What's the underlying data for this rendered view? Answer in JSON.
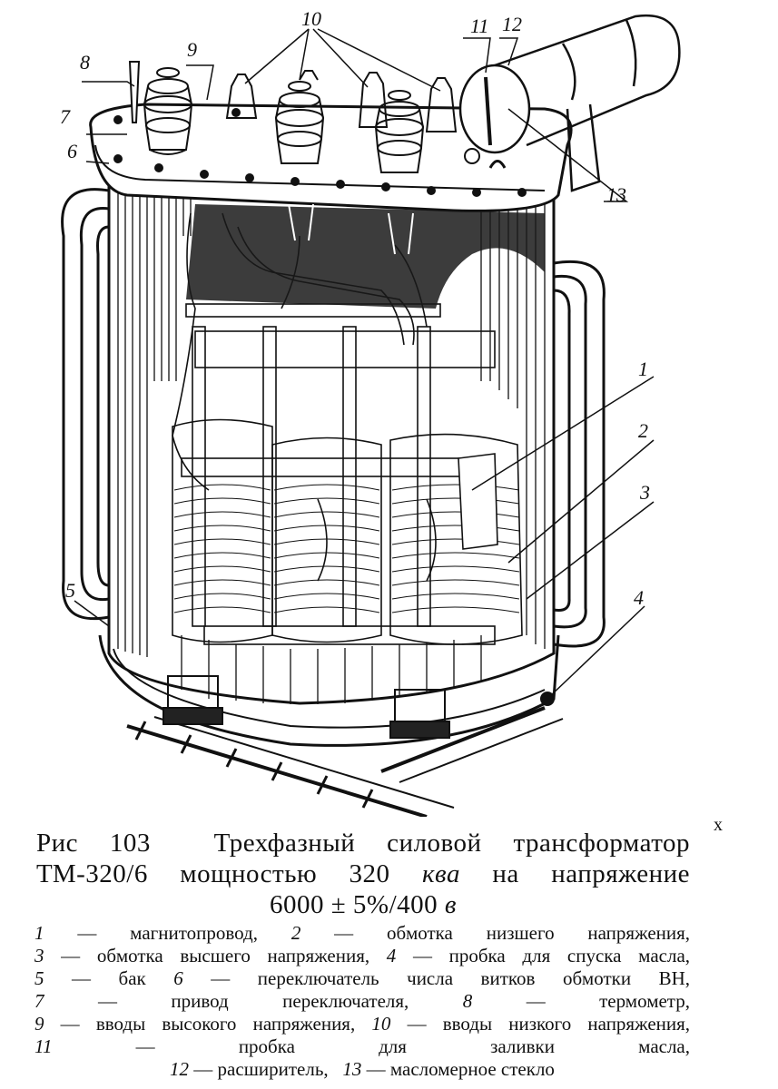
{
  "callouts": [
    "1",
    "2",
    "3",
    "4",
    "5",
    "6",
    "7",
    "8",
    "9",
    "10",
    "11",
    "12",
    "13"
  ],
  "caption": {
    "prefix": "Рис 103",
    "line1_text": "Трехфазный силовой трансформатор",
    "line2_text": "ТМ-320/6 мощностью 320",
    "line2_unit": "ква",
    "line2_tail": "на напряжение",
    "line3_text": "6000 ± 5%/400",
    "line3_unit": "в"
  },
  "legend": [
    {
      "n": "1",
      "t": "— магнитопровод,"
    },
    {
      "n": "2",
      "t": "— обмотка низшего напряжения,"
    },
    {
      "n": "3",
      "t": "— обмотка высшего напряжения,"
    },
    {
      "n": "4",
      "t": "— пробка для спуска масла,"
    },
    {
      "n": "5",
      "t": "— бак"
    },
    {
      "n": "6",
      "t": "— переключатель числа витков обмотки ВН,"
    },
    {
      "n": "7",
      "t": "— привод переключателя,"
    },
    {
      "n": "8",
      "t": "— термометр,"
    },
    {
      "n": "9",
      "t": "— вводы высокого напряжения,"
    },
    {
      "n": "10",
      "t": "— вводы низкого напряжения,"
    },
    {
      "n": "11",
      "t": "— пробка для заливки масла,"
    },
    {
      "n": "12",
      "t": "— расширитель,"
    },
    {
      "n": "13",
      "t": "— масломерное стекло"
    }
  ],
  "stray_mark": "х"
}
